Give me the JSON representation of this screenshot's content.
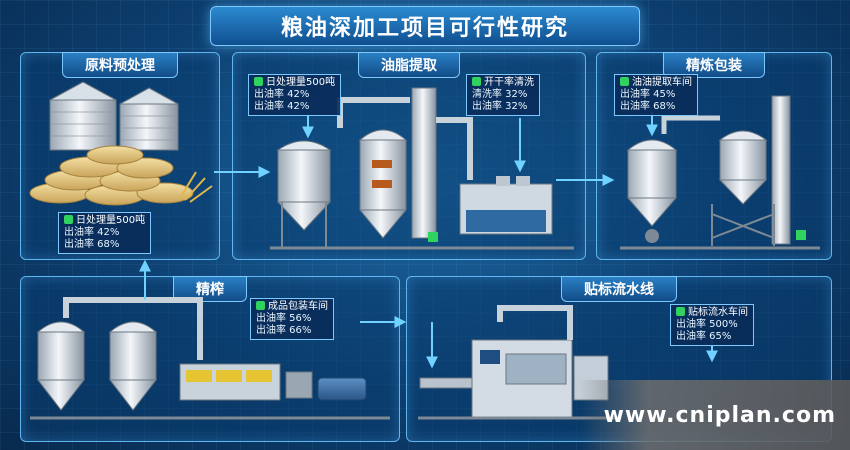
{
  "title": "粮油深加工项目可行性研究",
  "panels": {
    "raw": {
      "title": "原料预处理"
    },
    "extract": {
      "title": "油脂提取"
    },
    "refine": {
      "title": "精炼包装"
    },
    "press": {
      "title": "精榨"
    },
    "label": {
      "title": "贴标流水线"
    }
  },
  "info": {
    "raw": {
      "title": "日处理量500吨",
      "l1": "出油率 42%",
      "l2": "出油率 68%"
    },
    "extract_a": {
      "title": "日处理量500吨",
      "l1": "出油率 42%",
      "l2": "出油率 42%"
    },
    "extract_b": {
      "title": "开干率清洗",
      "l1": "清洗率 32%",
      "l2": "出油率 32%"
    },
    "refine": {
      "title": "油油提取车间",
      "l1": "出油率 45%",
      "l2": "出油率 68%"
    },
    "press": {
      "title": "成品包装车间",
      "l1": "出油率 56%",
      "l2": "出油率 66%"
    },
    "label": {
      "title": "贴标流水车间",
      "l1": "出油率 500%",
      "l2": "出油率 65%"
    }
  },
  "watermark": "www.cniplan.com",
  "colors": {
    "accent": "#5fb5ee",
    "check": "#2fd35d",
    "background": "#0d3f70"
  }
}
